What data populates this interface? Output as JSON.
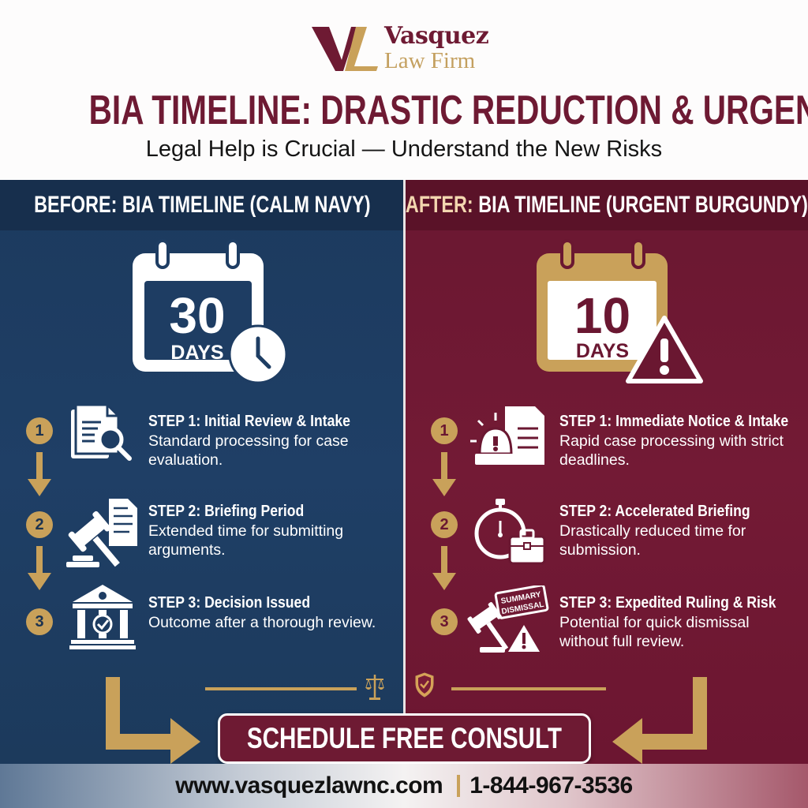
{
  "brand": {
    "logo_initials": "VL",
    "name": "Vasquez",
    "subname": "Law Firm",
    "colors": {
      "burgundy": "#6e1a33",
      "gold": "#c9a15a",
      "navy": "#1c3a5e"
    }
  },
  "header": {
    "title": "BIA TIMELINE: DRASTIC REDUCTION & URGENCY",
    "subtitle": "Legal Help is Crucial — Understand the New Risks"
  },
  "before": {
    "heading_prefix": "BEFORE:",
    "heading_rest": " BIA TIMELINE (CALM NAVY)",
    "calendar": {
      "number": "30",
      "unit": "DAYS",
      "badge_icon": "clock-icon"
    },
    "steps": [
      {
        "num": "1",
        "icon": "document-search-icon",
        "title": "STEP 1: Initial Review & Intake",
        "desc": "Standard processing for case evaluation."
      },
      {
        "num": "2",
        "icon": "gavel-document-icon",
        "title": "STEP 2: Briefing Period",
        "desc": "Extended time for submitting arguments."
      },
      {
        "num": "3",
        "icon": "courthouse-check-icon",
        "title": "STEP 3: Decision Issued",
        "desc": "Outcome after a thorough review."
      }
    ]
  },
  "after": {
    "heading_prefix": "AFTER:",
    "heading_rest": " BIA TIMELINE (URGENT BURGUNDY)",
    "calendar": {
      "number": "10",
      "unit": "DAYS",
      "badge_icon": "warning-icon"
    },
    "steps": [
      {
        "num": "1",
        "icon": "alarm-document-icon",
        "title": "STEP 1: Immediate Notice & Intake",
        "desc": "Rapid case processing with strict deadlines."
      },
      {
        "num": "2",
        "icon": "stopwatch-briefcase-icon",
        "title": "STEP 2: Accelerated Briefing",
        "desc": "Drastically reduced time for submission."
      },
      {
        "num": "3",
        "icon": "gavel-dismissal-icon",
        "title": "STEP 3: Expedited Ruling & Risk",
        "desc": "Potential for quick dismissal without full review.",
        "stamp": [
          "SUMMARY",
          "DISMISSAL"
        ]
      }
    ]
  },
  "cta": {
    "label": "SCHEDULE FREE CONSULT",
    "left_icon": "scales-icon",
    "right_icon": "shield-check-icon"
  },
  "footer": {
    "website": "www.vasquezlawnc.com",
    "phone": "1-844-967-3536"
  }
}
